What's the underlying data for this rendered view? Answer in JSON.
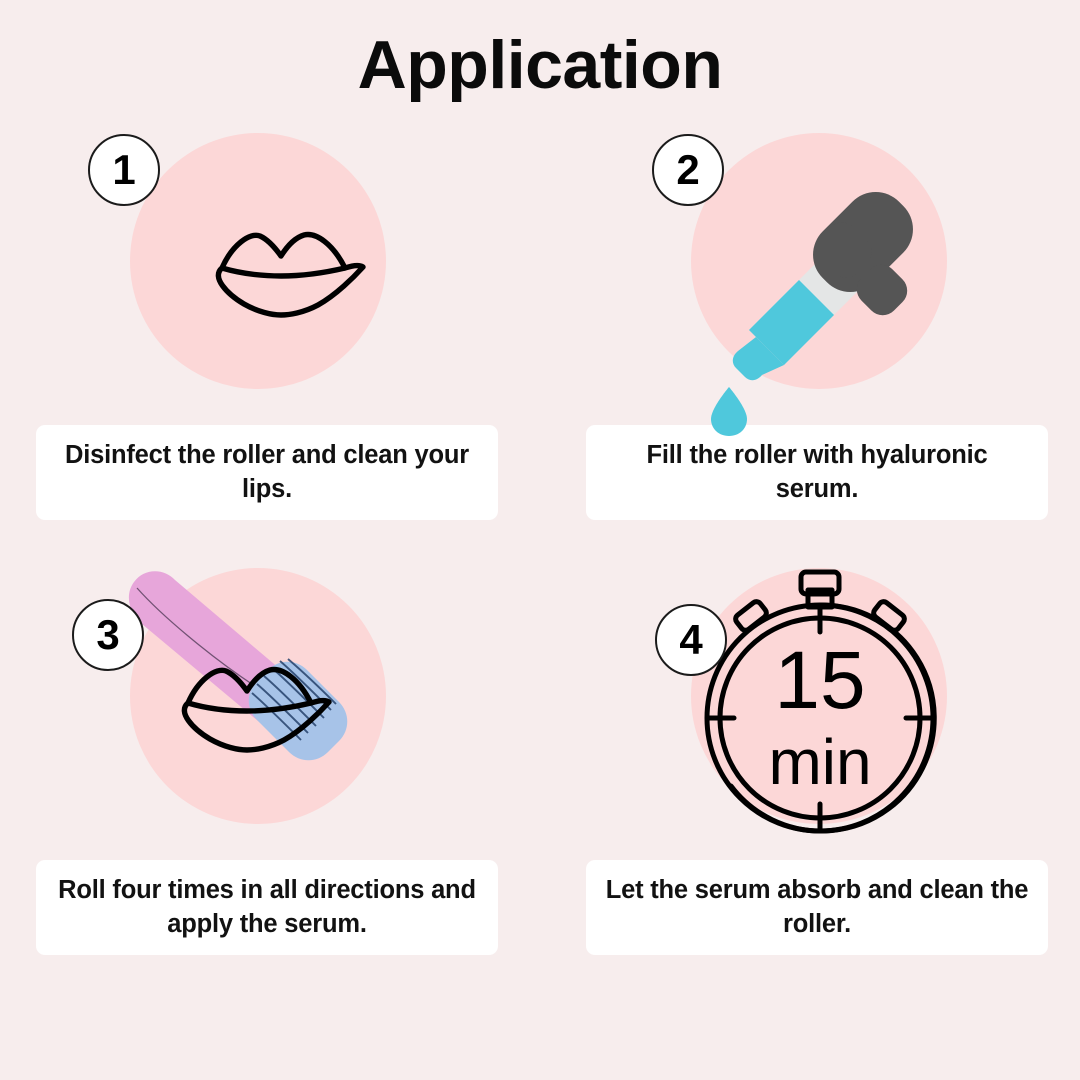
{
  "header": {
    "title": "Application"
  },
  "theme": {
    "page_background": "#F7EDED",
    "plate_pink": "#FCD7D7",
    "card_white": "#FFFFFF",
    "text_black": "#121212",
    "badge_border": "#1B1B1B",
    "dropper_bulb_gray": "#555555",
    "dropper_tube_gray": "#E4E6E6",
    "serum_cyan": "#4FC8DC",
    "roller_handle_pink": "#E7A6DA",
    "roller_head_blue": "#A7C3E8",
    "line_art_black": "#000000"
  },
  "steps": [
    {
      "number": "1",
      "icon": "lips-icon",
      "caption": "Disinfect the roller and clean your lips."
    },
    {
      "number": "2",
      "icon": "serum-dropper-icon",
      "caption": "Fill the roller with hyaluronic serum."
    },
    {
      "number": "3",
      "icon": "derma-roller-on-lips-icon",
      "caption": "Roll four times in all directions and apply the serum."
    },
    {
      "number": "4",
      "icon": "stopwatch-icon",
      "caption": "Let the serum absorb and clean the roller.",
      "stopwatch_value": "15",
      "stopwatch_unit": "min"
    }
  ]
}
